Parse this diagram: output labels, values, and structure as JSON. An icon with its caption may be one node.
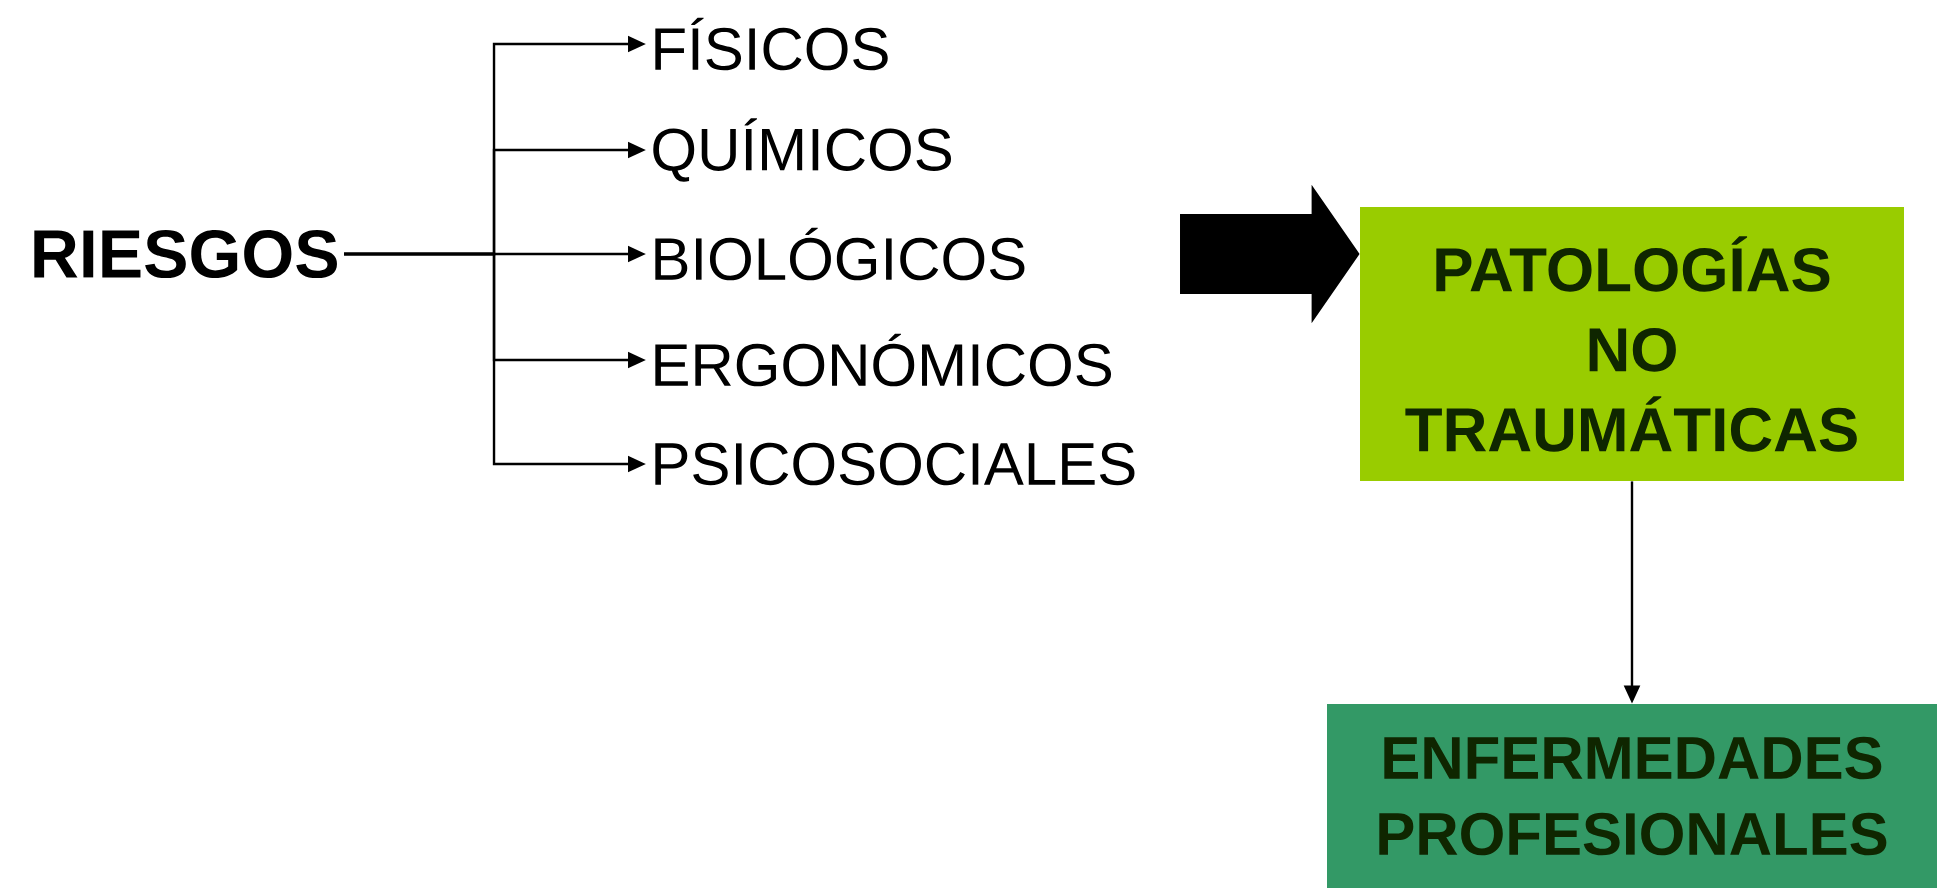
{
  "diagram": {
    "nodes": [
      {
        "text": [
          "RIESGOS"
        ]
      },
      {
        "text": [
          "FÍSICOS"
        ]
      },
      {
        "text": [
          "QUÍMICOS"
        ]
      },
      {
        "text": [
          "BIOLÓGICOS"
        ]
      },
      {
        "text": [
          "ERGONÓMICOS"
        ]
      },
      {
        "text": [
          "PSICOSOCIALES"
        ]
      },
      {
        "text": [
          "PATOLOGÍAS NO TRAUMÁTICAS"
        ]
      },
      {
        "text": [
          "ENFERMEDADES PROFESIONALES"
        ]
      }
    ],
    "edges": [
      {
        "from": 0,
        "to": 1,
        "arrow": "to"
      },
      {
        "from": 0,
        "to": 2,
        "arrow": "to"
      },
      {
        "from": 0,
        "to": 3,
        "arrow": "to"
      },
      {
        "from": 0,
        "to": 4,
        "arrow": "to"
      },
      {
        "from": 0,
        "to": 5,
        "arrow": "to"
      },
      {
        "from": null,
        "to": 6,
        "arrow": "to",
        "style": "thick"
      },
      {
        "from": 6,
        "to": 7,
        "arrow": "to"
      }
    ]
  }
}
